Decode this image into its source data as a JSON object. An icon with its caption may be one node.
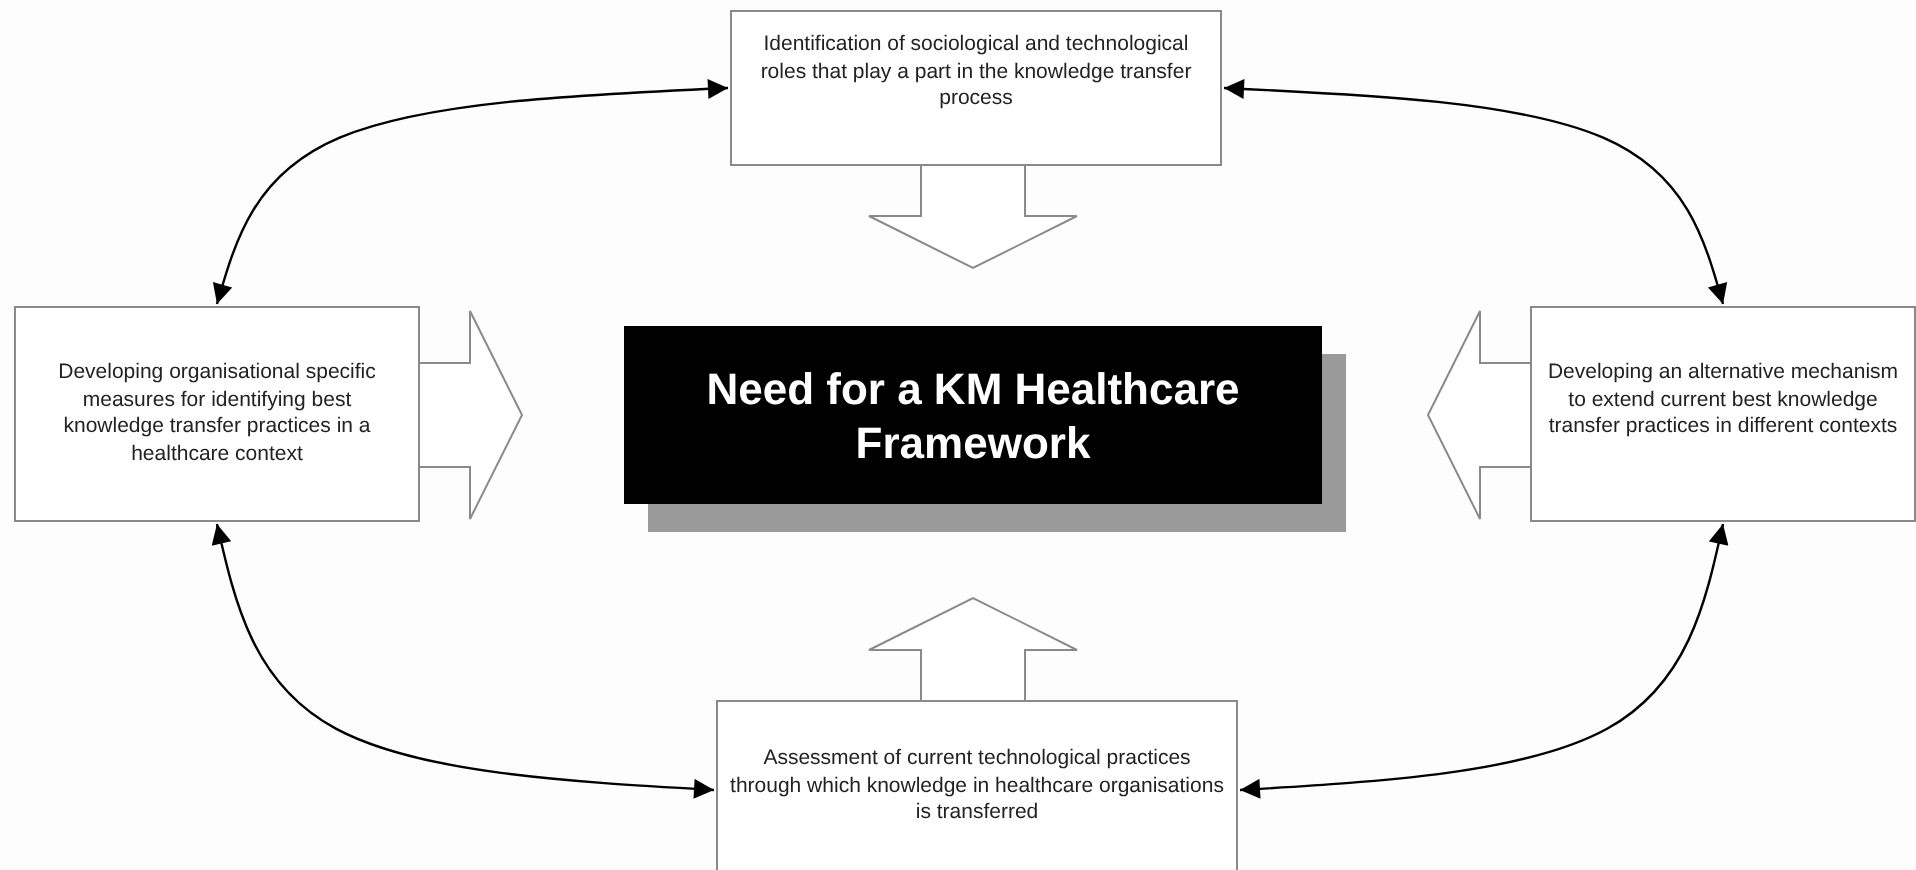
{
  "diagram": {
    "nodes": [
      {
        "text": [
          "Identification of sociological and technological roles that play a part in the knowledge transfer process"
        ]
      },
      {
        "text": [
          "Developing organisational specific measures for identifying best knowledge transfer practices in a healthcare context"
        ]
      },
      {
        "text": [
          "Need for a KM Healthcare Framework"
        ]
      },
      {
        "text": [
          "Developing an alternative mechanism to extend current best knowledge transfer practices in different contexts"
        ]
      },
      {
        "text": [
          "Assessment of current technological practices through which knowledge in healthcare organisations is transferred"
        ]
      }
    ],
    "edges": [
      {
        "from": 0,
        "to": 2,
        "arrow": "to",
        "style": "thick"
      },
      {
        "from": 1,
        "to": 2,
        "arrow": "to",
        "style": "thick"
      },
      {
        "from": 3,
        "to": 2,
        "arrow": "to",
        "style": "thick"
      },
      {
        "from": 4,
        "to": 2,
        "arrow": "to",
        "style": "thick"
      },
      {
        "from": 0,
        "to": 1,
        "arrow": "both"
      },
      {
        "from": 0,
        "to": 3,
        "arrow": "both"
      },
      {
        "from": 1,
        "to": 4,
        "arrow": "both"
      },
      {
        "from": 3,
        "to": 4,
        "arrow": "both"
      }
    ]
  }
}
